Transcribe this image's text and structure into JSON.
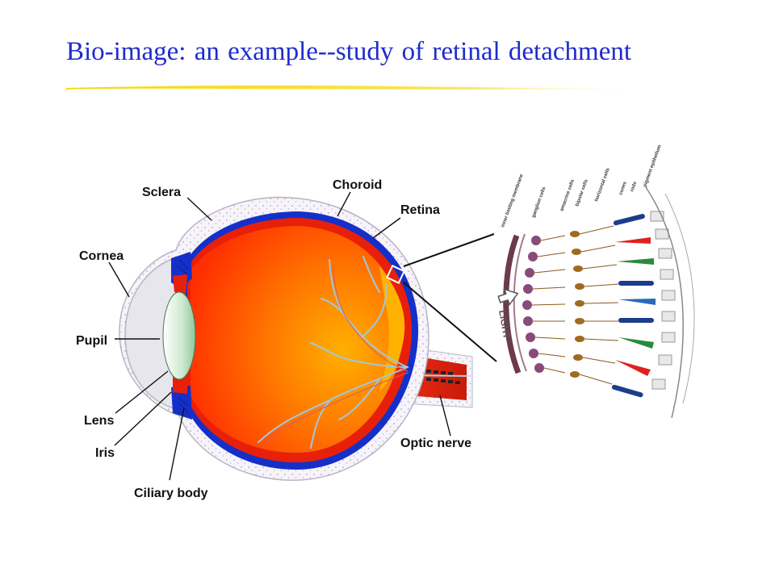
{
  "slide": {
    "title": "Bio-image: an example--study of retinal detachment"
  },
  "diagram": {
    "labels": {
      "sclera": "Sclera",
      "choroid": "Choroid",
      "retina": "Retina",
      "cornea": "Cornea",
      "pupil": "Pupil",
      "lens": "Lens",
      "iris": "Iris",
      "ciliary_body": "Ciliary body",
      "optic_nerve": "Optic nerve"
    },
    "inset": {
      "light_label": "LIGHT",
      "cell_layer_labels": [
        "inner limiting membrane",
        "ganglion cells",
        "amacrine cells",
        "bipolar cells",
        "horizontal cells",
        "cones",
        "rods",
        "pigment epithelium"
      ]
    },
    "colors": {
      "title": "#1f2bcc",
      "underline": "#f5d800",
      "eye_interior": "#ff4a00",
      "choroid": "#1530c8",
      "sclera": "#f6f2f8",
      "lens": "#b8e0c0",
      "vessels": "#9fc8dc"
    }
  }
}
